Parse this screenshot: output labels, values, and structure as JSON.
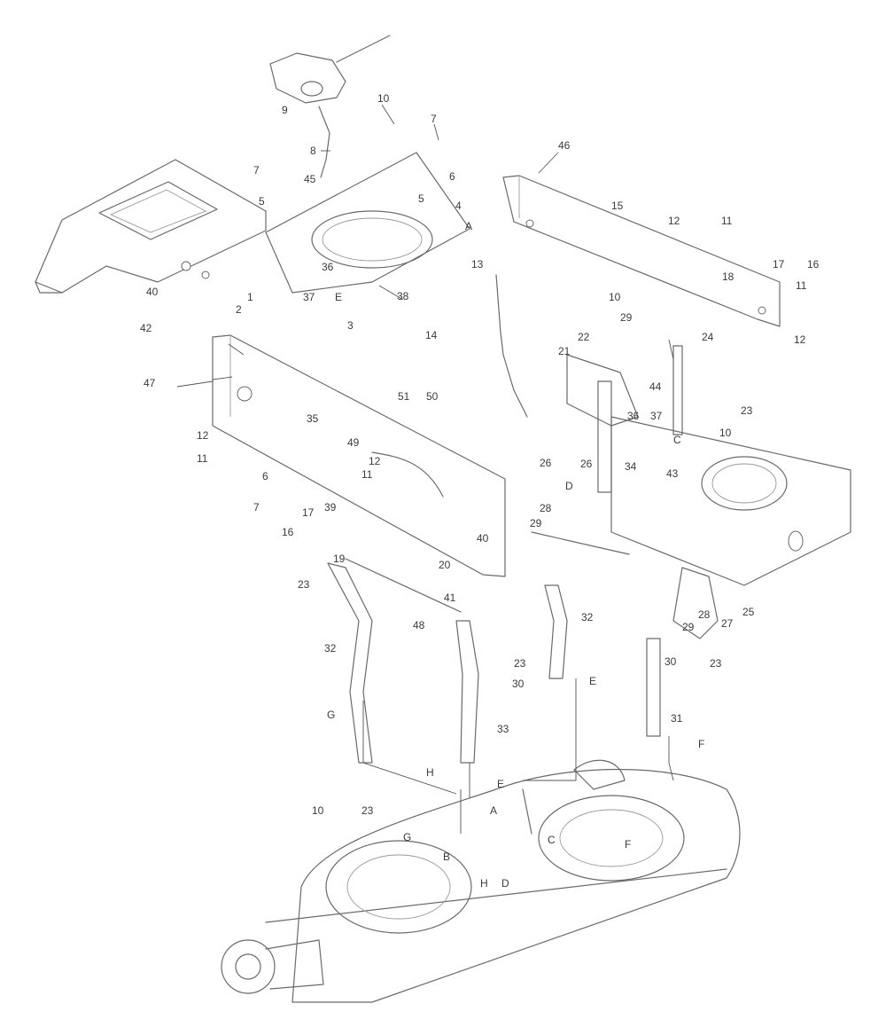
{
  "diagram": {
    "callouts": [
      {
        "id": "c1",
        "text": "10"
      },
      {
        "id": "c2",
        "text": "7"
      },
      {
        "id": "c3",
        "text": "9"
      },
      {
        "id": "c4",
        "text": "8"
      },
      {
        "id": "c5",
        "text": "6"
      },
      {
        "id": "c6",
        "text": "46"
      },
      {
        "id": "c7",
        "text": "7"
      },
      {
        "id": "c8",
        "text": "45"
      },
      {
        "id": "c9",
        "text": "5"
      },
      {
        "id": "c10",
        "text": "5"
      },
      {
        "id": "c11",
        "text": "4"
      },
      {
        "id": "c12",
        "text": "A"
      },
      {
        "id": "c13",
        "text": "15"
      },
      {
        "id": "c14",
        "text": "12"
      },
      {
        "id": "c15",
        "text": "11"
      },
      {
        "id": "c16",
        "text": "36"
      },
      {
        "id": "c17",
        "text": "13"
      },
      {
        "id": "c18",
        "text": "17"
      },
      {
        "id": "c19",
        "text": "16"
      },
      {
        "id": "c20",
        "text": "18"
      },
      {
        "id": "c21",
        "text": "11"
      },
      {
        "id": "c22",
        "text": "40"
      },
      {
        "id": "c23",
        "text": "1"
      },
      {
        "id": "c24",
        "text": "37"
      },
      {
        "id": "c25",
        "text": "E"
      },
      {
        "id": "c26",
        "text": "38"
      },
      {
        "id": "c27",
        "text": "2"
      },
      {
        "id": "c28",
        "text": "3"
      },
      {
        "id": "c29",
        "text": "42"
      },
      {
        "id": "c30",
        "text": "10"
      },
      {
        "id": "c31",
        "text": "12"
      },
      {
        "id": "c32",
        "text": "14"
      },
      {
        "id": "c33",
        "text": "29"
      },
      {
        "id": "c34",
        "text": "22"
      },
      {
        "id": "c35",
        "text": "24"
      },
      {
        "id": "c36",
        "text": "21"
      },
      {
        "id": "c37",
        "text": "47"
      },
      {
        "id": "c38",
        "text": "44"
      },
      {
        "id": "c39",
        "text": "51"
      },
      {
        "id": "c40",
        "text": "50"
      },
      {
        "id": "c41",
        "text": "35"
      },
      {
        "id": "c42",
        "text": "23"
      },
      {
        "id": "c43",
        "text": "36"
      },
      {
        "id": "c44",
        "text": "37"
      },
      {
        "id": "c45",
        "text": "C"
      },
      {
        "id": "c46",
        "text": "10"
      },
      {
        "id": "c47",
        "text": "12"
      },
      {
        "id": "c48",
        "text": "49"
      },
      {
        "id": "c49",
        "text": "11"
      },
      {
        "id": "c50",
        "text": "12"
      },
      {
        "id": "c51",
        "text": "11"
      },
      {
        "id": "c52",
        "text": "26"
      },
      {
        "id": "c53",
        "text": "26"
      },
      {
        "id": "c54",
        "text": "34"
      },
      {
        "id": "c55",
        "text": "43"
      },
      {
        "id": "c56",
        "text": "6"
      },
      {
        "id": "c57",
        "text": "D"
      },
      {
        "id": "c58",
        "text": "7"
      },
      {
        "id": "c59",
        "text": "17"
      },
      {
        "id": "c60",
        "text": "39"
      },
      {
        "id": "c61",
        "text": "28"
      },
      {
        "id": "c62",
        "text": "16"
      },
      {
        "id": "c63",
        "text": "29"
      },
      {
        "id": "c64",
        "text": "40"
      },
      {
        "id": "c65",
        "text": "19"
      },
      {
        "id": "c66",
        "text": "20"
      },
      {
        "id": "c67",
        "text": "23"
      },
      {
        "id": "c68",
        "text": "41"
      },
      {
        "id": "c69",
        "text": "32"
      },
      {
        "id": "c70",
        "text": "27"
      },
      {
        "id": "c71",
        "text": "25"
      },
      {
        "id": "c72",
        "text": "28"
      },
      {
        "id": "c73",
        "text": "48"
      },
      {
        "id": "c74",
        "text": "29"
      },
      {
        "id": "c75",
        "text": "32"
      },
      {
        "id": "c76",
        "text": "30"
      },
      {
        "id": "c77",
        "text": "23"
      },
      {
        "id": "c78",
        "text": "30"
      },
      {
        "id": "c79",
        "text": "23"
      },
      {
        "id": "c80",
        "text": "E"
      },
      {
        "id": "c81",
        "text": "G"
      },
      {
        "id": "c82",
        "text": "33"
      },
      {
        "id": "c83",
        "text": "31"
      },
      {
        "id": "c84",
        "text": "F"
      },
      {
        "id": "c85",
        "text": "H"
      },
      {
        "id": "c86",
        "text": "E"
      },
      {
        "id": "c87",
        "text": "10"
      },
      {
        "id": "c88",
        "text": "23"
      },
      {
        "id": "c89",
        "text": "A"
      },
      {
        "id": "c90",
        "text": "G"
      },
      {
        "id": "c91",
        "text": "B"
      },
      {
        "id": "c92",
        "text": "H"
      },
      {
        "id": "c93",
        "text": "D"
      },
      {
        "id": "c94",
        "text": "C"
      },
      {
        "id": "c95",
        "text": "F"
      }
    ]
  }
}
